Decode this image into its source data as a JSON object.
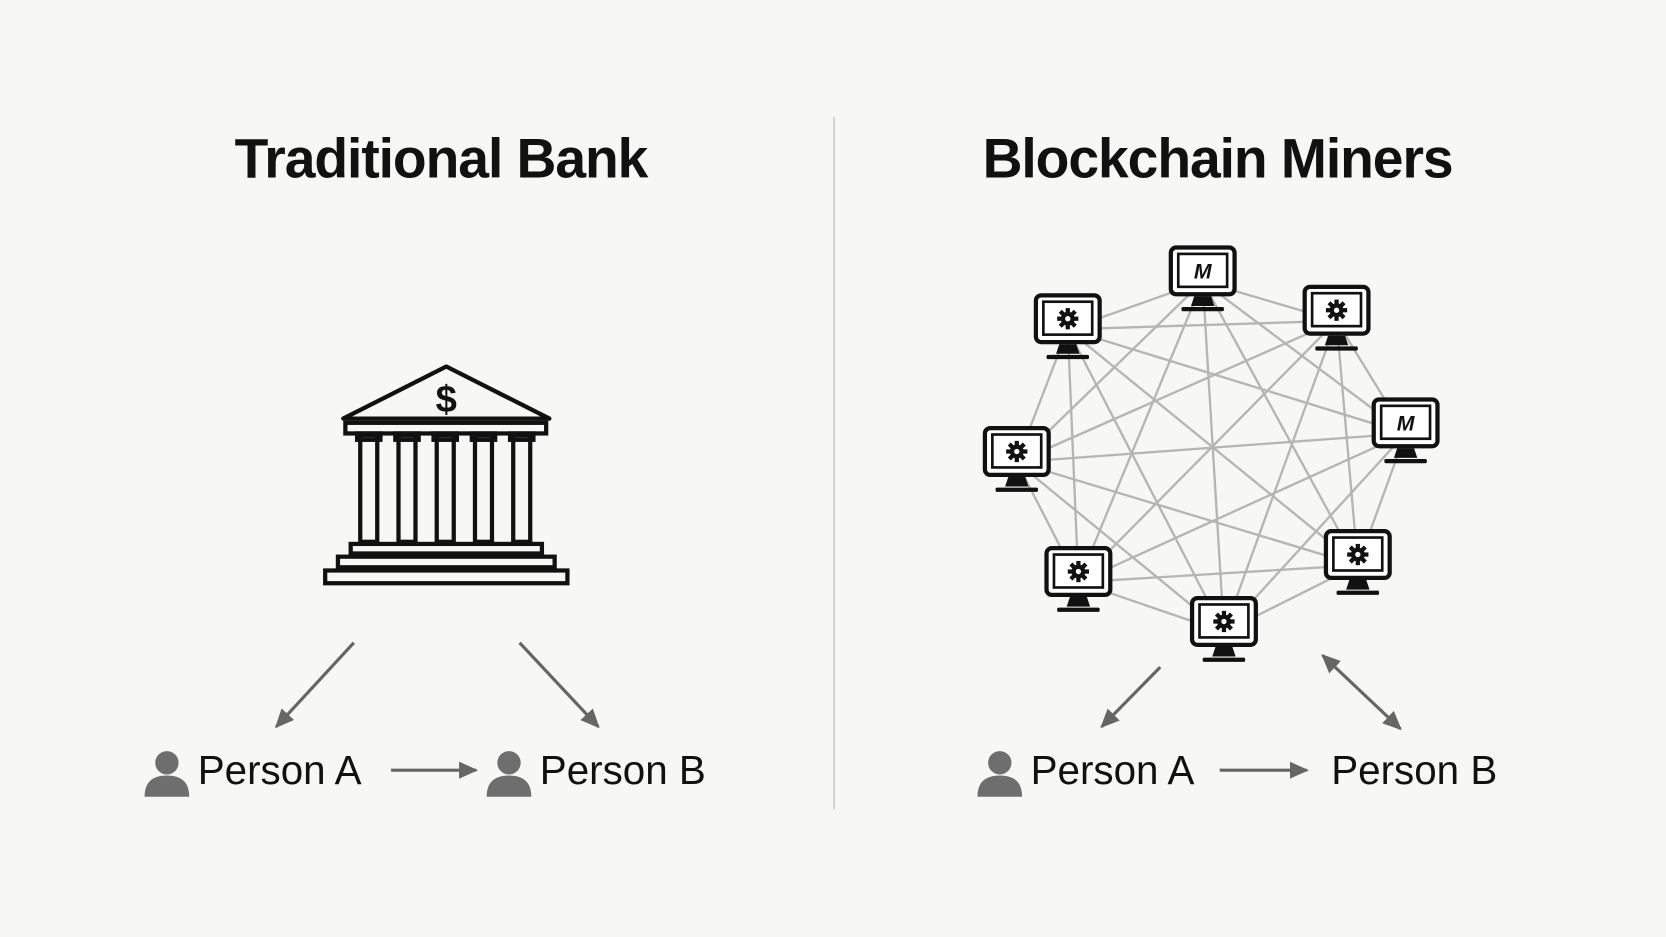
{
  "left_panel": {
    "title": "Traditional Bank",
    "bank_symbol": "$",
    "icon": "bank-icon",
    "person_a": "Person A",
    "person_b": "Person B"
  },
  "right_panel": {
    "title": "Blockchain Miners",
    "icon": "computer-network-icon",
    "miner_label": "M",
    "person_a": "Person A",
    "person_b": "Person B"
  },
  "colors": {
    "background": "#f7f7f5",
    "ink": "#111111",
    "arrow": "#666666",
    "network_line": "#b5b5b5",
    "person_icon": "#6e6e6e"
  }
}
